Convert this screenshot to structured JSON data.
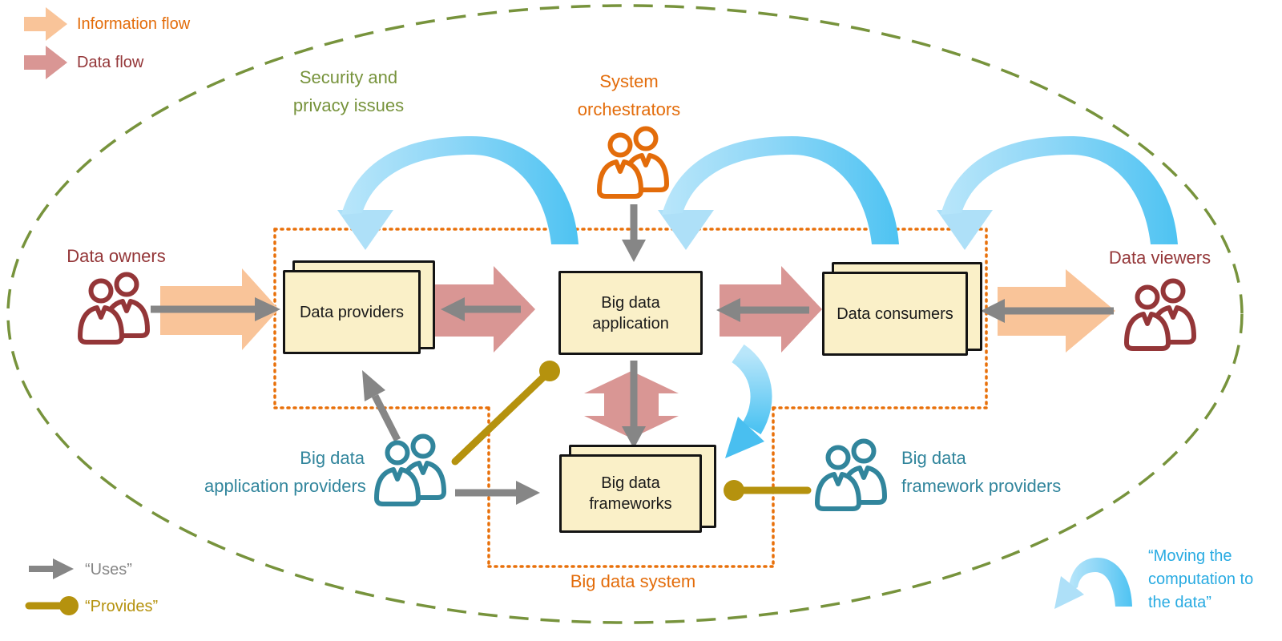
{
  "legend_top": {
    "information_flow": "Information flow",
    "data_flow": "Data flow"
  },
  "legend_bottom": {
    "uses": "“Uses”",
    "provides": "“Provides”",
    "moving_lines": [
      "“Moving the",
      "computation to",
      "the data”"
    ]
  },
  "actors": {
    "data_owners": "Data owners",
    "data_viewers": "Data viewers",
    "system_orchestrators_lines": [
      "System",
      "orchestrators"
    ],
    "app_providers_lines": [
      "Big data",
      "application providers"
    ],
    "fw_providers_lines": [
      "Big data",
      "framework providers"
    ]
  },
  "annotations": {
    "security_privacy_lines": [
      "Security and",
      "privacy issues"
    ],
    "big_data_system": "Big data system"
  },
  "boxes": {
    "data_providers": "Data providers",
    "big_data_application": "Big data application",
    "data_consumers": "Data consumers",
    "big_data_frameworks": "Big data frameworks"
  },
  "colors": {
    "information_flow_arrow": "#F9C499",
    "data_flow_arrow": "#D99694",
    "uses_arrow": "#868686",
    "provides_line": "#B5920E",
    "computation_arc_dark": "#4EC3F2",
    "computation_arc_light": "#B9E6FA",
    "security_boundary_ellipse": "#77933C",
    "system_boundary_dotted": "#E8700A",
    "owners_viewers_text": "#943638",
    "orchestrators_text": "#E36C0A",
    "providers_text": "#31859C",
    "moving_text": "#29ABE2",
    "box_fill": "#FAF0C8"
  }
}
